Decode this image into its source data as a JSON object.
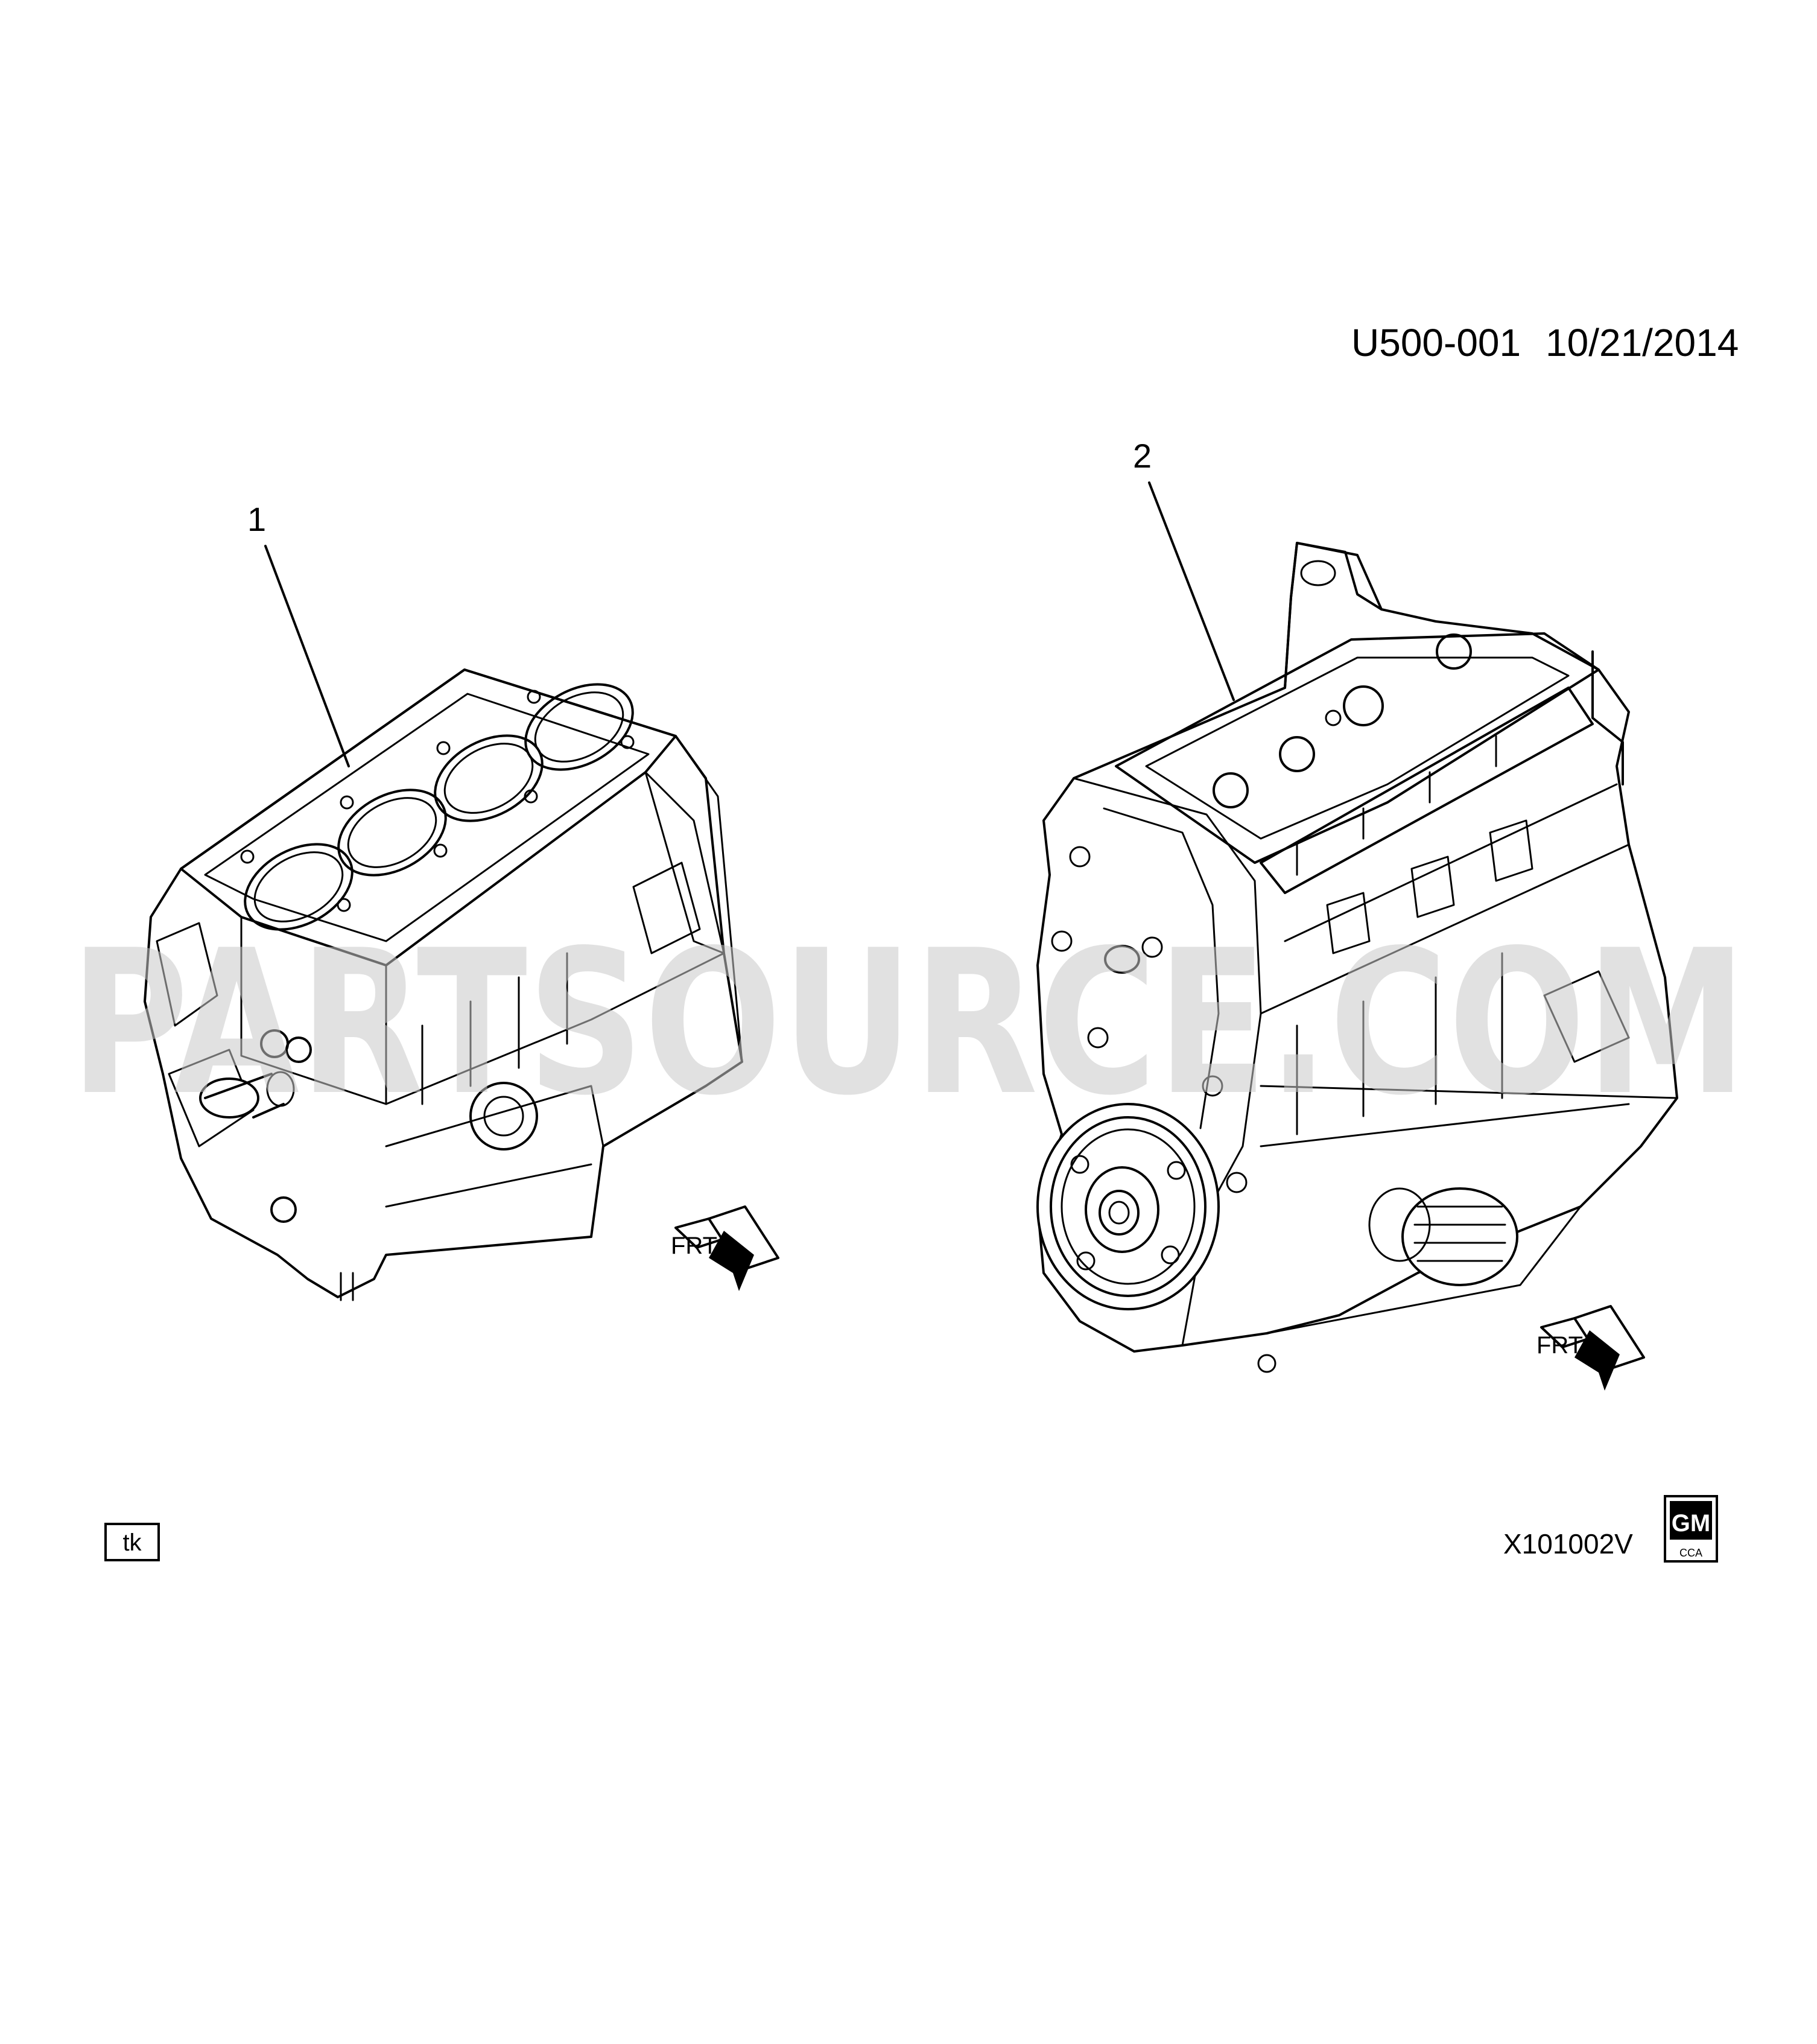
{
  "header": {
    "drawing_id": "U500-001",
    "date": "10/21/2014"
  },
  "callouts": [
    {
      "number": "1"
    },
    {
      "number": "2"
    }
  ],
  "orientation_arrows": [
    {
      "label": "FRT"
    },
    {
      "label": "FRT"
    }
  ],
  "footer": {
    "initials_box": "tk",
    "illustration_code": "X101002V",
    "logo": {
      "brand": "GM",
      "sub": "CCA"
    }
  },
  "watermark": {
    "text": "PARTSOURCE.COM"
  },
  "colors": {
    "lines": "#000000",
    "background": "#ffffff",
    "watermark": "#c9c9c9"
  }
}
